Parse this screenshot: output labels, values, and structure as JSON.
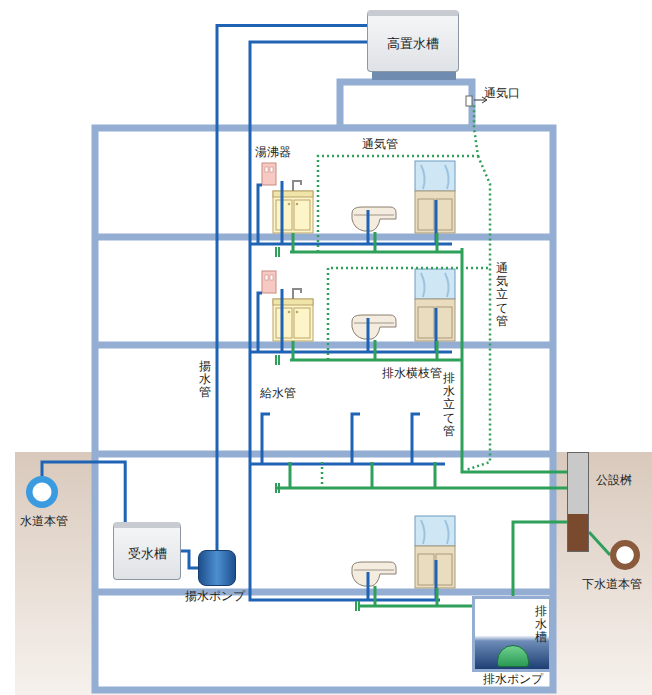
{
  "diagram": {
    "nodes": [
      {
        "text": [
          "高置水槽"
        ]
      },
      {
        "text": [
          "受水槽"
        ]
      },
      {
        "text": [
          "水道本管"
        ]
      },
      {
        "text": [
          "揚水ポンプ"
        ]
      },
      {
        "text": [
          "公設桝"
        ]
      },
      {
        "text": [
          "下水道本管"
        ]
      },
      {
        "text": [
          "排水槽"
        ]
      },
      {
        "text": [
          "排水ポンプ"
        ],
        "in": 6
      }
    ],
    "edges": [
      {
        "from": 2,
        "to": 1,
        "arrow": "none"
      },
      {
        "from": 1,
        "to": 3,
        "arrow": "none"
      },
      {
        "from": 3,
        "to": 0,
        "arrow": "none"
      },
      {
        "from": 4,
        "to": 5,
        "arrow": "none"
      },
      {
        "from": 7,
        "to": 4,
        "arrow": "none"
      }
    ],
    "labels": [
      "湯沸器",
      "通気口",
      "通気管",
      "通気立て管",
      "排水横枝管",
      "排水立て管",
      "給水管",
      "揚水管"
    ]
  }
}
